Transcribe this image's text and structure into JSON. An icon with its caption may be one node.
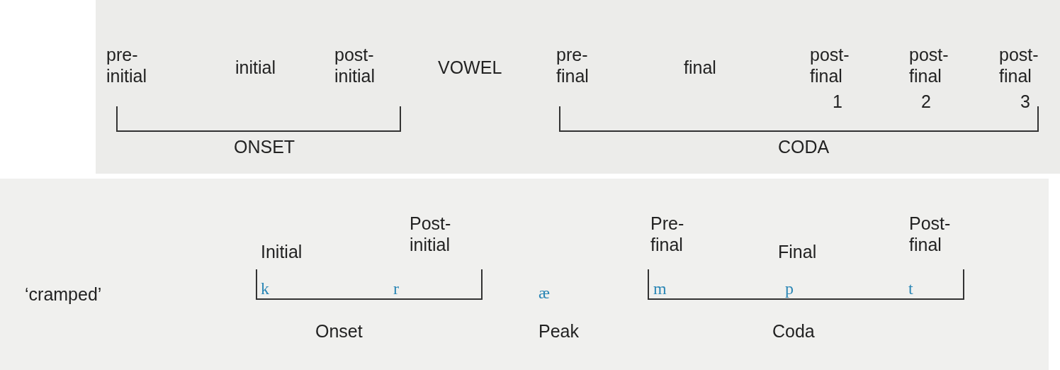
{
  "diagram": {
    "labels": [
      "pre- initial",
      "initial",
      "post- initial",
      "VOWEL",
      "pre- final",
      "final",
      "post- final",
      "post- final",
      "post- final",
      "1",
      "2",
      "3",
      "ONSET",
      "CODA",
      "Post- initial",
      "Pre- final",
      "Post- final",
      "Initial",
      "Final",
      "‘cramped’",
      "k",
      "r",
      "æ",
      "m",
      "p",
      "t",
      "Onset",
      "Peak",
      "Coda"
    ]
  }
}
